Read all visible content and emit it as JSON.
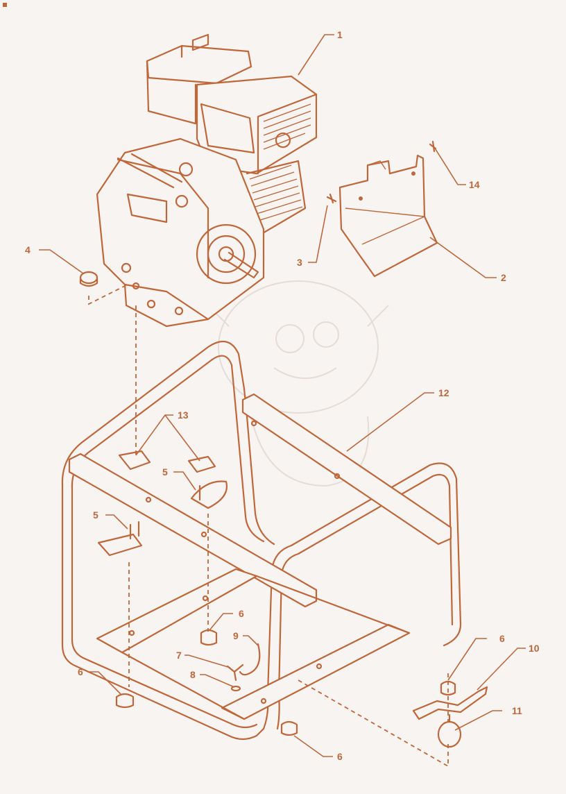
{
  "colors": {
    "line": "#c0673a",
    "background": "#f7f4f2"
  },
  "callouts": [
    {
      "id": "c1",
      "label": "1"
    },
    {
      "id": "c2",
      "label": "2"
    },
    {
      "id": "c3",
      "label": "3"
    },
    {
      "id": "c4",
      "label": "4"
    },
    {
      "id": "c5a",
      "label": "5"
    },
    {
      "id": "c5b",
      "label": "5"
    },
    {
      "id": "c6a",
      "label": "6"
    },
    {
      "id": "c6b",
      "label": "6"
    },
    {
      "id": "c6c",
      "label": "6"
    },
    {
      "id": "c6d",
      "label": "6"
    },
    {
      "id": "c7",
      "label": "7"
    },
    {
      "id": "c8",
      "label": "8"
    },
    {
      "id": "c9",
      "label": "9"
    },
    {
      "id": "c10",
      "label": "10"
    },
    {
      "id": "c11",
      "label": "11"
    },
    {
      "id": "c12",
      "label": "12"
    },
    {
      "id": "c13",
      "label": "13"
    },
    {
      "id": "c14",
      "label": "14"
    }
  ]
}
